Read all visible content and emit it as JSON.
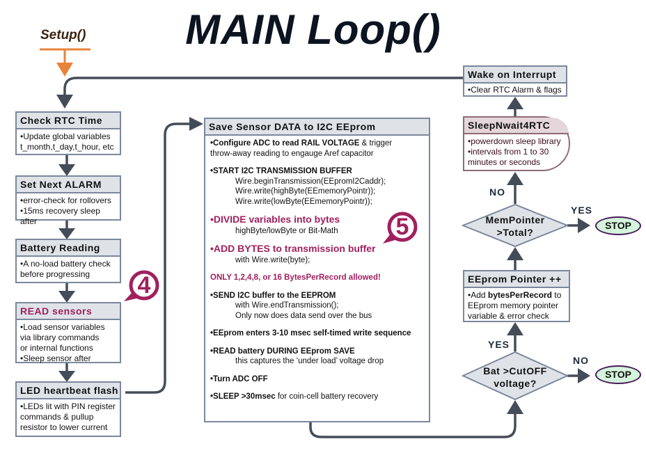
{
  "title": "MAIN Loop()",
  "setup_label": "Setup()",
  "colors": {
    "box_border": "#7b879c",
    "header_fill": "#dfe3e8",
    "accent_magenta": "#a0205e",
    "setup_orange": "#e8833a",
    "connector": "#454c59",
    "stop_fill": "#d4f5dc"
  },
  "left_column": [
    {
      "header": "Check RTC Time",
      "lines": [
        "•Update global variables",
        "t_month,t_day,t_hour, etc"
      ]
    },
    {
      "header": "Set Next ALARM",
      "lines": [
        "•error-check for rollovers",
        "•15ms recovery sleep after"
      ]
    },
    {
      "header": "Battery Reading",
      "lines": [
        "•A no-load battery check",
        "before progressing"
      ]
    },
    {
      "header": "READ sensors",
      "lines": [
        "•Load sensor variables",
        "via library commands",
        "or internal functions",
        "•Sleep sensor after"
      ]
    },
    {
      "header": "LED heartbeat flash",
      "lines": [
        "•LEDs lit with PIN register",
        "commands & pullup",
        "resistor to lower current"
      ]
    }
  ],
  "badges": {
    "four": "4",
    "five": "5"
  },
  "save_box": {
    "header": "Save Sensor DATA to I2C EEprom",
    "s1a": "•Configure ADC to read RAIL VOLTAGE",
    "s1b": " & trigger",
    "s1c": "throw-away reading to engauge Aref capacitor",
    "s2": "•START I2C TRANSMISSION BUFFER",
    "s2_l1": "Wire.beginTransmission(EEpromI2Caddr);",
    "s2_l2": "Wire.write(highByte(EEmemoryPointr));",
    "s2_l3": "Wire.write(lowByte(EEmemoryPointr));",
    "s3": "•DIVIDE variables into bytes",
    "s3_l1": "highByte/lowByte or Bit-Math",
    "s4": "•ADD BYTES to transmission buffer",
    "s4_l1": "with Wire.write(byte);",
    "s5": "ONLY 1,2,4,8, or 16  BytesPerRecord allowed!",
    "s6": "•SEND I2C buffer to the EEPROM",
    "s6_l1": "with Wire.endTransmission();",
    "s6_l2": "Only now does data send over the bus",
    "s7": "•EEprom enters 3-10 msec self-timed write sequence",
    "s8": "•READ battery DURING EEprom SAVE",
    "s8_l1": "this captures the ‘under load’ voltage drop",
    "s9": "•Turn ADC OFF",
    "s10a": "•SLEEP >30msec",
    "s10b": " for coin-cell battery recovery"
  },
  "right_column": {
    "wake": {
      "header": "Wake on Interrupt",
      "line": "•Clear RTC Alarm & flags"
    },
    "sleep": {
      "header": "SleepNwait4RTC",
      "lines": [
        "•powerdown sleep library",
        "•intervals from 1 to 30",
        " minutes or seconds"
      ]
    },
    "mem_decision": {
      "line1": "MemPointer",
      "line2": ">Total?",
      "yes": "YES",
      "no": "NO"
    },
    "pointer": {
      "header": "EEprom Pointer ++",
      "l1a": "•Add ",
      "l1b": "bytesPerRecord",
      "l1c": " to",
      "l2": "EEprom memory pointer",
      "l3": "variable & error check"
    },
    "bat_decision": {
      "line1": "Bat >CutOFF",
      "line2": "voltage?",
      "yes": "YES",
      "no": "NO"
    },
    "stop": "STOP"
  }
}
